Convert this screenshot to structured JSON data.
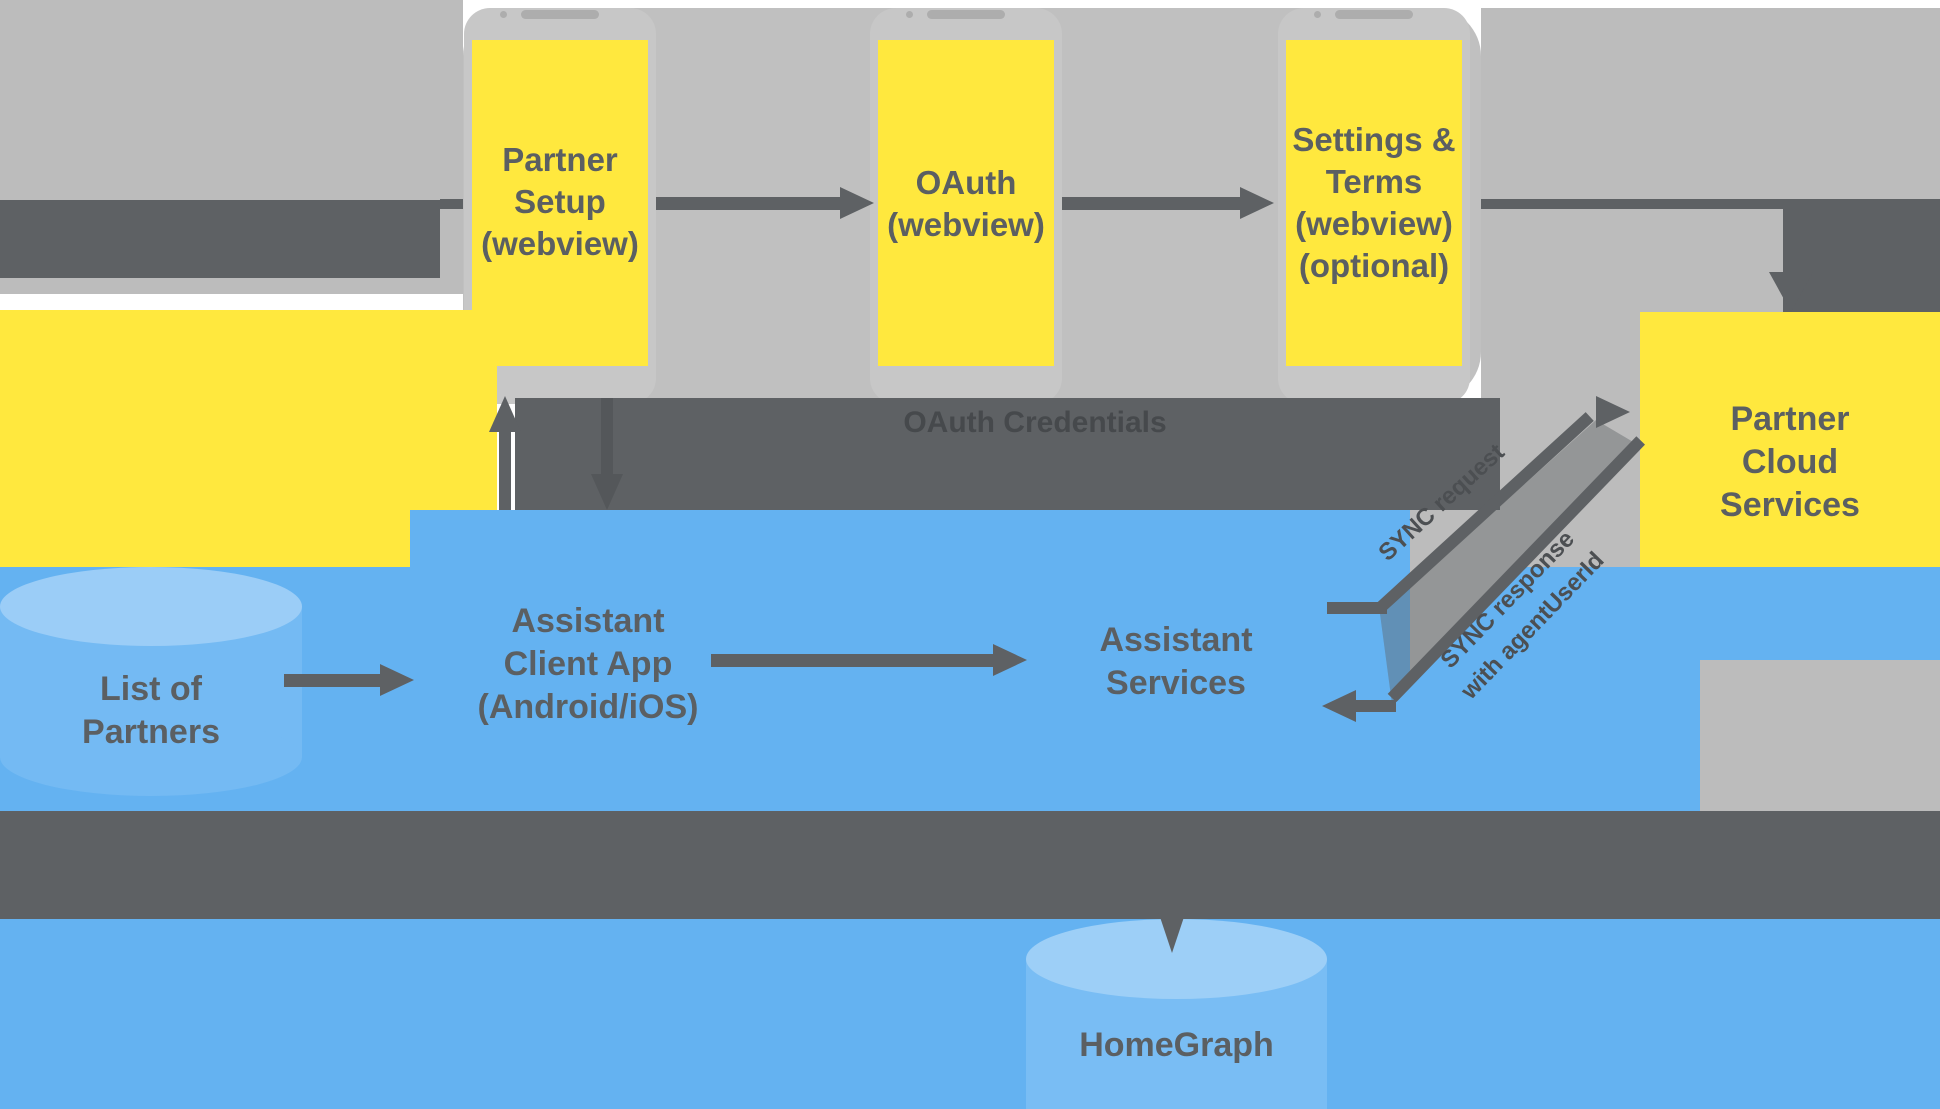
{
  "colors": {
    "yellow": "#ffe83e",
    "blue": "#64b2f1",
    "dark_gray": "#5e6164",
    "light_gray": "#bcbcbc",
    "cylinder_blue": "#74baf3",
    "cylinder_top_blue": "#9bcdf7",
    "text_gray": "#5b5f62"
  },
  "phones": [
    {
      "lines": [
        "Partner",
        "Setup",
        "(webview)"
      ]
    },
    {
      "lines": [
        "OAuth",
        "(webview)"
      ]
    },
    {
      "lines": [
        "Settings &",
        "Terms",
        "(webview)",
        "(optional)"
      ]
    }
  ],
  "labels": {
    "oauth_credentials": "OAuth Credentials",
    "list_of_partners_line1": "List of",
    "list_of_partners_line2": "Partners",
    "assistant_client_app_line1": "Assistant",
    "assistant_client_app_line2": "Client App",
    "assistant_client_app_line3": "(Android/iOS)",
    "assistant_services_line1": "Assistant",
    "assistant_services_line2": "Services",
    "partner_cloud_line1": "Partner",
    "partner_cloud_line2": "Cloud",
    "partner_cloud_line3": "Services",
    "homegraph": "HomeGraph",
    "sync_request": "SYNC request",
    "sync_response_line1": "SYNC response",
    "sync_response_line2": "with agentUserId"
  }
}
